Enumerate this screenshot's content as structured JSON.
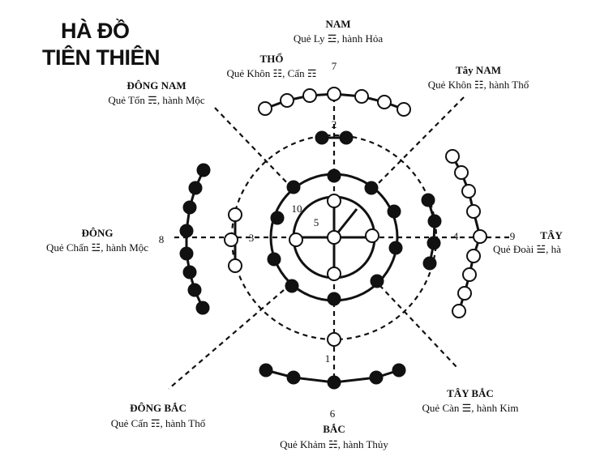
{
  "title": {
    "line1": "HÀ ĐỒ",
    "line2": "TIÊN THIÊN"
  },
  "directions": {
    "nam": {
      "name": "NAM",
      "sub": "Quẻ Ly ☲, hành Hỏa"
    },
    "tay_nam": {
      "name": "Tây NAM",
      "sub": "Quẻ Khôn ☷, hành Thổ"
    },
    "tay": {
      "name": "TÂY",
      "sub": "Quẻ Đoài ☱, hà"
    },
    "tay_bac": {
      "name": "TÂY BẮC",
      "sub": "Quẻ Càn ☰, hành Kim"
    },
    "bac": {
      "name": "BẮC",
      "sub": "Quẻ Khảm ☵, hành Thủy"
    },
    "dong_bac": {
      "name": "ĐÔNG BẮC",
      "sub": "Quẻ Cấn ☶, hành Thổ"
    },
    "dong": {
      "name": "ĐÔNG",
      "sub": "Quẻ Chấn ☳, hành Mộc"
    },
    "dong_nam": {
      "name": "ĐÔNG NAM",
      "sub": "Quẻ Tốn ☴, hành Mộc"
    },
    "tho": {
      "name": "THỔ",
      "sub": "Quẻ Khôn ☷, Cấn ☶"
    }
  },
  "numbers": {
    "n1": "1",
    "n2": "2",
    "n3": "3",
    "n4": "4",
    "n5": "5",
    "n6": "6",
    "n7": "7",
    "n8": "8",
    "n9": "9",
    "n10": "10"
  }
}
